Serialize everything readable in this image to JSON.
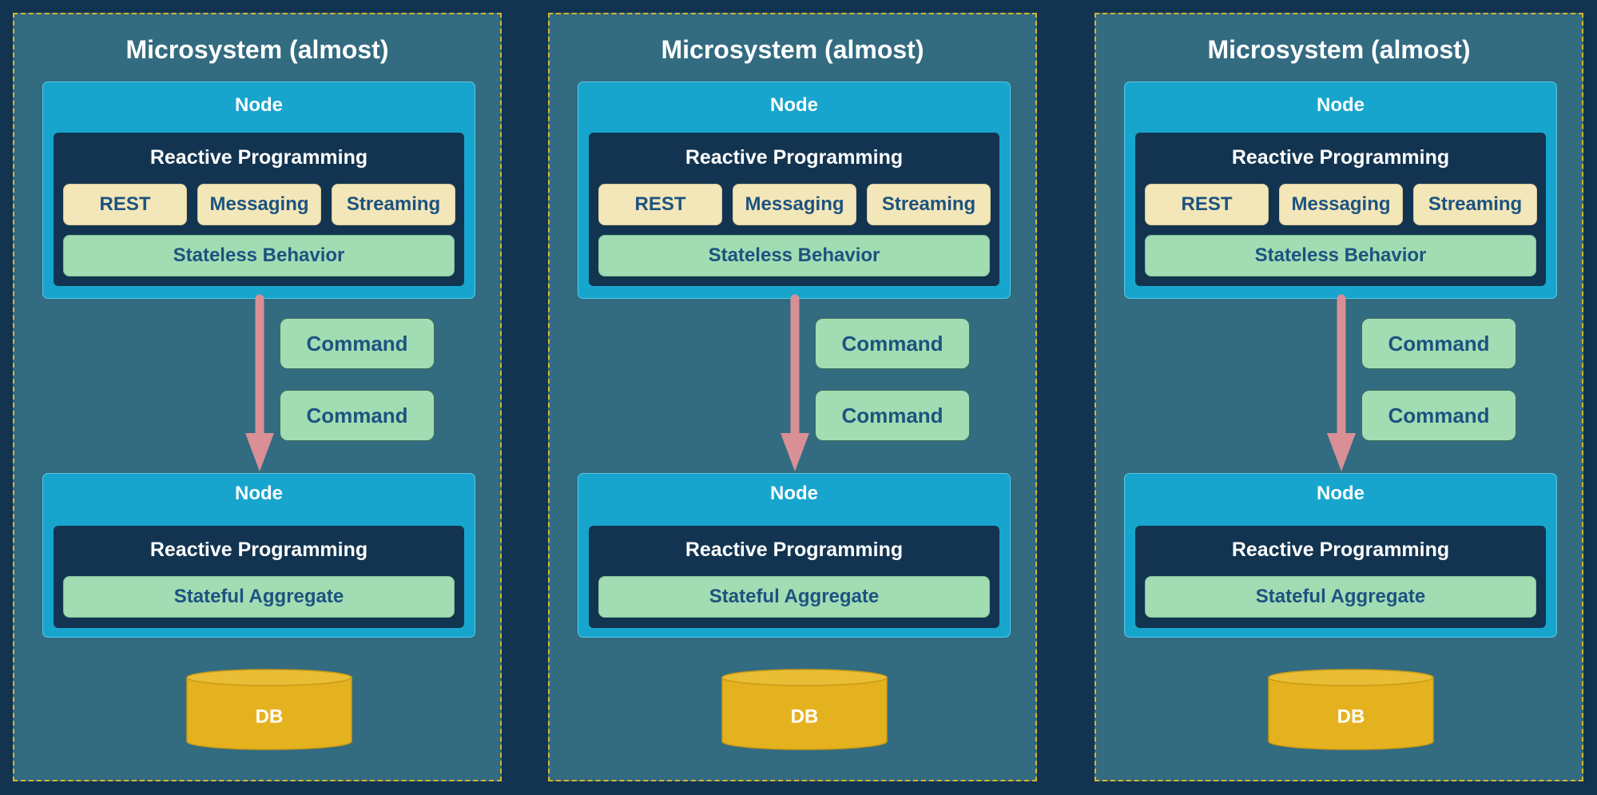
{
  "colors": {
    "background": "#123450",
    "system_fill": "#336b80",
    "system_border": "#d9b530",
    "node_fill": "#17a5cd",
    "inner_fill": "#123450",
    "yellow_pill": "#f3e6b8",
    "green_pill": "#a2dcb3",
    "arrow": "#d98f96",
    "db": "#e5b21f"
  },
  "systems": [
    {
      "title": "Microsystem (almost)",
      "top_node": {
        "label": "Node",
        "title": "Reactive Programming",
        "items": [
          "REST",
          "Messaging",
          "Streaming"
        ],
        "behavior": "Stateless Behavior"
      },
      "commands": [
        "Command",
        "Command"
      ],
      "bottom_node": {
        "label": "Node",
        "title": "Reactive Programming",
        "aggregate": "Stateful Aggregate"
      },
      "db": "DB"
    },
    {
      "title": "Microsystem (almost)",
      "top_node": {
        "label": "Node",
        "title": "Reactive Programming",
        "items": [
          "REST",
          "Messaging",
          "Streaming"
        ],
        "behavior": "Stateless Behavior"
      },
      "commands": [
        "Command",
        "Command"
      ],
      "bottom_node": {
        "label": "Node",
        "title": "Reactive Programming",
        "aggregate": "Stateful Aggregate"
      },
      "db": "DB"
    },
    {
      "title": "Microsystem (almost)",
      "top_node": {
        "label": "Node",
        "title": "Reactive Programming",
        "items": [
          "REST",
          "Messaging",
          "Streaming"
        ],
        "behavior": "Stateless Behavior"
      },
      "commands": [
        "Command",
        "Command"
      ],
      "bottom_node": {
        "label": "Node",
        "title": "Reactive Programming",
        "aggregate": "Stateful Aggregate"
      },
      "db": "DB"
    }
  ]
}
